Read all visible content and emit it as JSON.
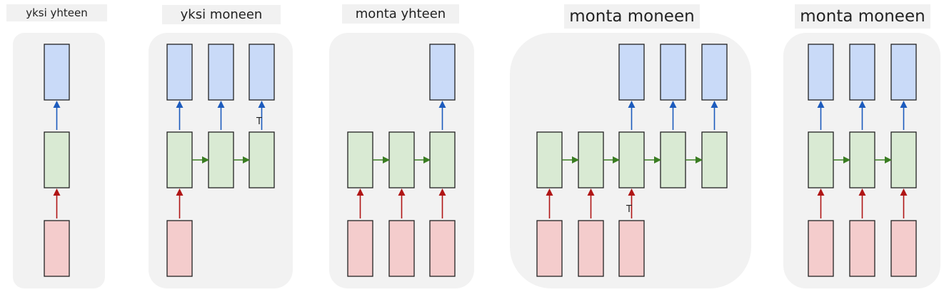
{
  "colors": {
    "background": "#ffffff",
    "panel": "#f2f2f2",
    "title_bg": "#f1f1f1",
    "output_fill": "#c9daf8",
    "hidden_fill": "#d9ead3",
    "input_fill": "#f4cccc",
    "box_stroke": "#222222",
    "input_arrow": "#b01515",
    "recurrent_arrow": "#3a7d22",
    "output_arrow": "#1c5bbd"
  },
  "diagrams": [
    {
      "title": "yksi yhteen",
      "input_columns": [
        0
      ],
      "output_columns": [
        0
      ],
      "hidden_columns": [
        0
      ]
    },
    {
      "title": "yksi moneen",
      "input_columns": [
        0
      ],
      "output_columns": [
        0,
        1,
        2
      ],
      "hidden_columns": [
        0,
        1,
        2
      ]
    },
    {
      "title": "monta yhteen",
      "input_columns": [
        0,
        1,
        2
      ],
      "output_columns": [
        2
      ],
      "hidden_columns": [
        0,
        1,
        2
      ]
    },
    {
      "title": "monta moneen",
      "input_columns": [
        0,
        1,
        2
      ],
      "output_columns": [
        2,
        3,
        4
      ],
      "hidden_columns": [
        0,
        1,
        2,
        3,
        4
      ]
    },
    {
      "title": "monta moneen",
      "input_columns": [
        0,
        1,
        2
      ],
      "output_columns": [
        0,
        1,
        2
      ],
      "hidden_columns": [
        0,
        1,
        2
      ]
    }
  ],
  "glitch_marks": [
    "T",
    "T"
  ]
}
